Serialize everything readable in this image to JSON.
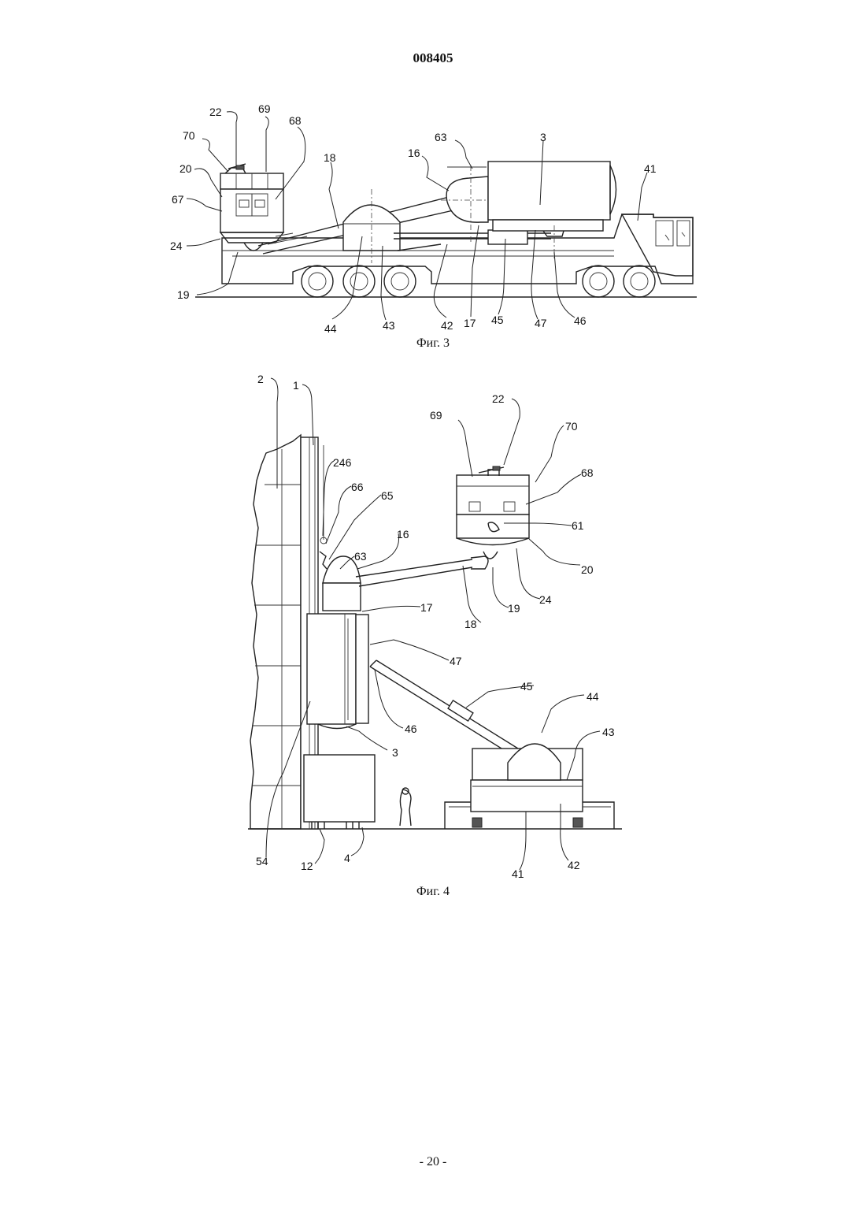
{
  "header": {
    "patent_number": "008405"
  },
  "figure3": {
    "caption": "Фиг. 3",
    "labels": {
      "l22": "22",
      "l69": "69",
      "l68": "68",
      "l70": "70",
      "l20": "20",
      "l67": "67",
      "l18": "18",
      "l16": "16",
      "l63": "63",
      "l3": "3",
      "l41": "41",
      "l24": "24",
      "l19": "19",
      "l44": "44",
      "l43": "43",
      "l42": "42",
      "l17": "17",
      "l45": "45",
      "l47": "47",
      "l46": "46"
    }
  },
  "figure4": {
    "caption": "Фиг. 4",
    "labels": {
      "l2": "2",
      "l1": "1",
      "l246": "246",
      "l66": "66",
      "l65": "65",
      "l63": "63",
      "l16": "16",
      "l17": "17",
      "l69": "69",
      "l22": "22",
      "l70": "70",
      "l68": "68",
      "l61": "61",
      "l20": "20",
      "l24": "24",
      "l19": "19",
      "l18": "18",
      "l47": "47",
      "l45": "45",
      "l44": "44",
      "l43": "43",
      "l46": "46",
      "l3": "3",
      "l54": "54",
      "l12": "12",
      "l4": "4",
      "l41": "41",
      "l42": "42"
    }
  },
  "footer": {
    "page": "- 20 -"
  }
}
